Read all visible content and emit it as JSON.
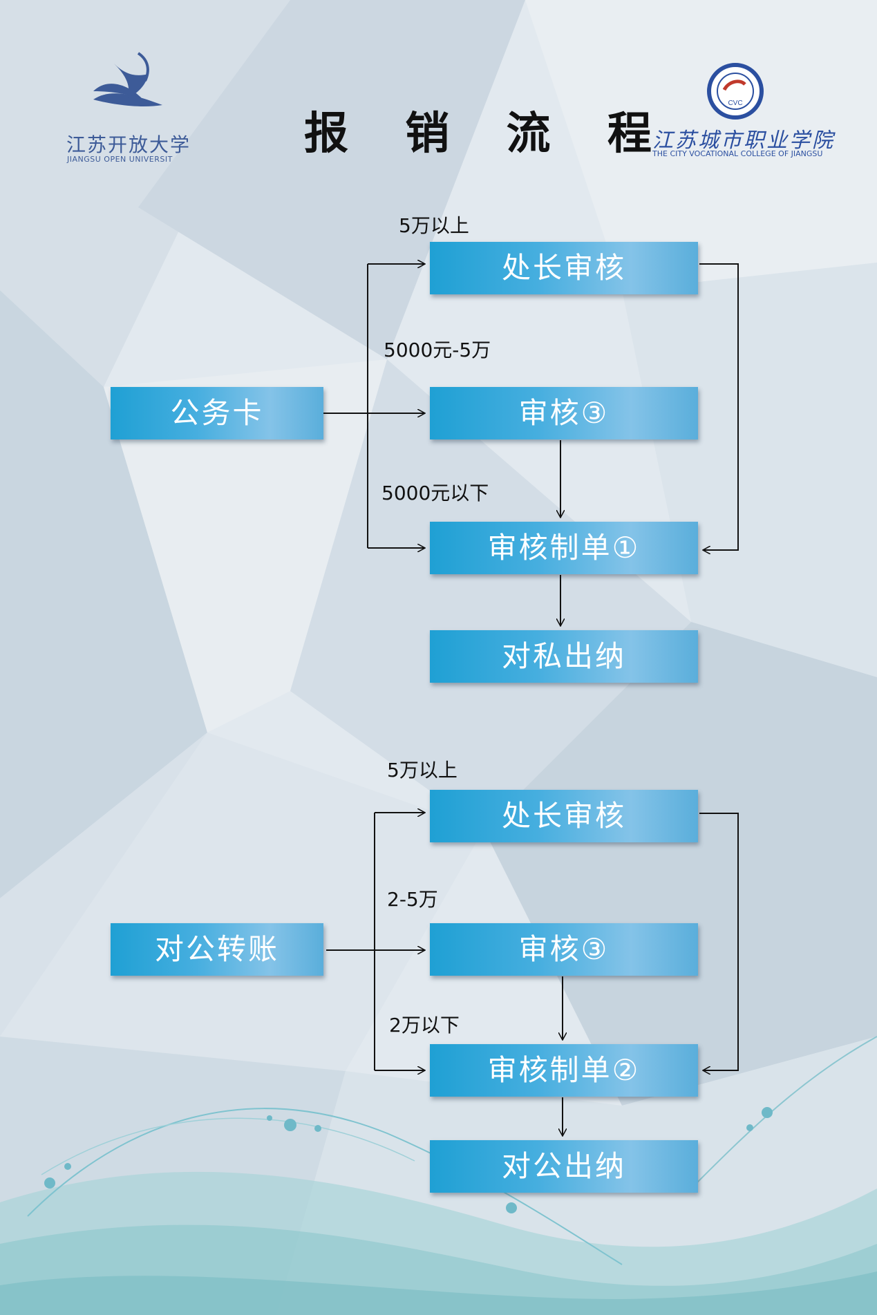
{
  "title": "报 销 流 程",
  "logo_left": {
    "cn": "江苏开放大学",
    "en": "JIANGSU OPEN UNIVERSIT"
  },
  "logo_right": {
    "cn": "江苏城市职业学院",
    "en": "THE CITY VOCATIONAL COLLEGE OF JIANGSU",
    "badge_text": "CVC"
  },
  "colors": {
    "box": "#3aa8dc",
    "logo": "#3d5b98",
    "text": "#111111"
  },
  "flow1": {
    "source": "公务卡",
    "label_top": "5万以上",
    "label_mid": "5000元-5万",
    "label_bottom": "5000元以下",
    "box_head": "处长审核",
    "box_review": "审核③",
    "box_make": "审核制单①",
    "box_cashier": "对私出纳"
  },
  "flow2": {
    "source": "对公转账",
    "label_top": "5万以上",
    "label_mid": "2-5万",
    "label_bottom": "2万以下",
    "box_head": "处长审核",
    "box_review": "审核③",
    "box_make": "审核制单②",
    "box_cashier": "对公出纳"
  }
}
